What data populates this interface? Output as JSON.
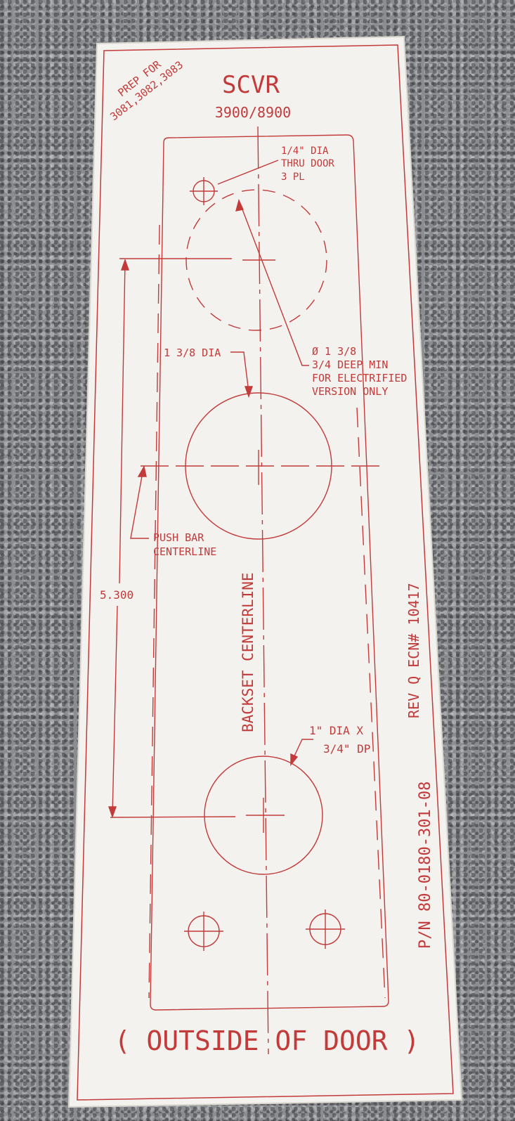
{
  "template": {
    "prep_line1": "PREP FOR",
    "prep_line2": "3081,3082,3083",
    "title": "SCVR",
    "model": "3900/8900",
    "note_quarter_1": "1/4\" DIA",
    "note_quarter_2": "THRU DOOR",
    "note_quarter_3": "3 PL",
    "note_dia138": "1 3/8 DIA",
    "note_elec_1": "Ø 1 3/8",
    "note_elec_2": "3/4 DEEP MIN",
    "note_elec_3": "FOR ELECTRIFIED",
    "note_elec_4": "VERSION ONLY",
    "note_pushbar_1": "PUSH BAR",
    "note_pushbar_2": "CENTERLINE",
    "dimension": "5.300",
    "backset_label": "BACKSET CENTERLINE",
    "note_onedia_1": "1\" DIA X",
    "note_onedia_2": "3/4\" DP",
    "part_number": "P/N 80-0180-301-08",
    "revision": "REV Q  ECN# 10417",
    "footer": "( OUTSIDE OF DOOR )"
  },
  "colors": {
    "ink": "#c23a3a",
    "paper": "#f3f2ee",
    "carpet": "#8c8d90"
  }
}
